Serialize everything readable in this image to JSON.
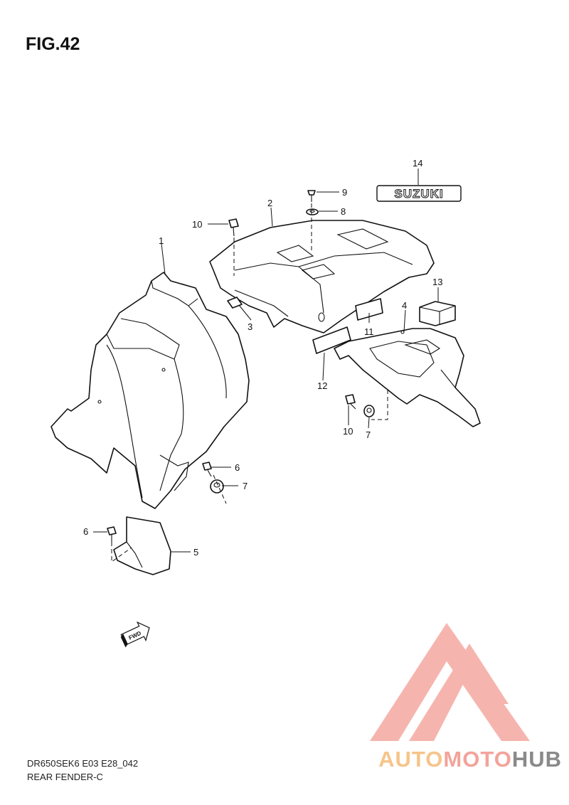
{
  "figure": {
    "title": "FIG.42"
  },
  "parts": [
    {
      "ref": "1"
    },
    {
      "ref": "2"
    },
    {
      "ref": "3"
    },
    {
      "ref": "4"
    },
    {
      "ref": "5"
    },
    {
      "ref": "6"
    },
    {
      "ref": "6"
    },
    {
      "ref": "7"
    },
    {
      "ref": "7"
    },
    {
      "ref": "8"
    },
    {
      "ref": "9"
    },
    {
      "ref": "10"
    },
    {
      "ref": "10"
    },
    {
      "ref": "11"
    },
    {
      "ref": "12"
    },
    {
      "ref": "13"
    },
    {
      "ref": "14"
    }
  ],
  "emblem": {
    "text": "SUZUKI"
  },
  "direction_badge": {
    "text": "FWD"
  },
  "footer": {
    "model_code": "DR650SEK6 E03 E28_042",
    "group_name": "REAR FENDER-C"
  },
  "watermark": {
    "text_part1": "AUTO",
    "text_part2": "MOTO",
    "text_part3": "HUB",
    "colors": {
      "logo": "#f4a9a1",
      "auto": "#f6c48a",
      "moto": "#f3a39b",
      "hub": "#8a8a8a"
    }
  }
}
